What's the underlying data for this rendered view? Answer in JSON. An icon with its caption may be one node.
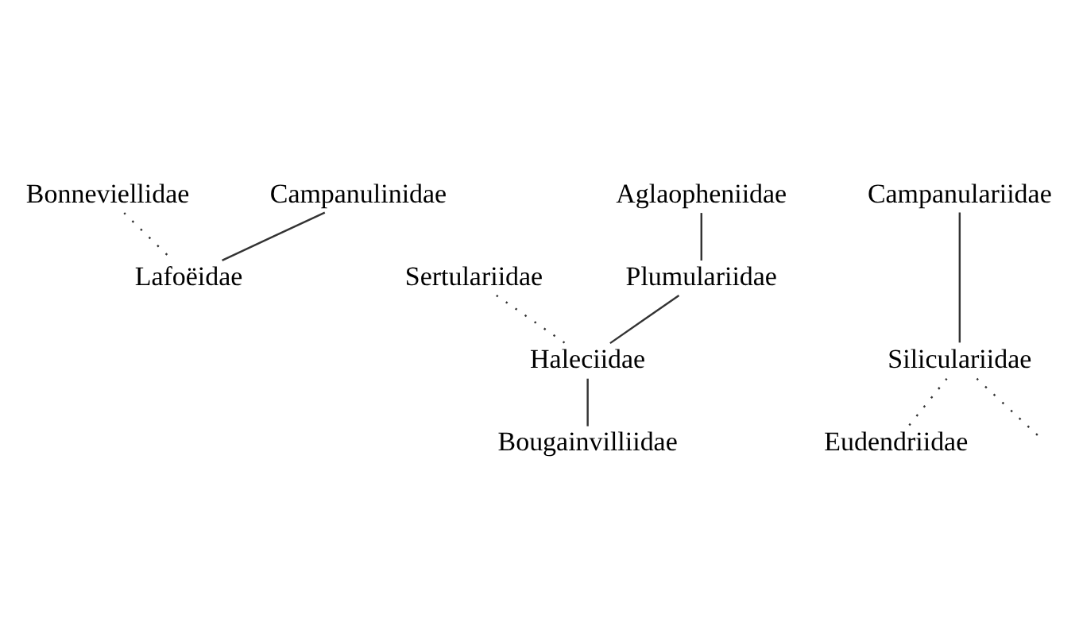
{
  "diagram": {
    "nodes": [
      {
        "text": [
          "Bonneviellidae"
        ]
      },
      {
        "text": [
          "Sertulariidae"
        ]
      },
      {
        "text": [
          "Aglaopheniidae"
        ]
      },
      {
        "text": [
          "Campanulinidae"
        ]
      },
      {
        "text": [
          "Campanulariidae"
        ]
      },
      {
        "text": [
          "Plumulariidae"
        ]
      },
      {
        "text": [
          "Lafoëidae"
        ]
      },
      {
        "text": [
          "Haleciidae"
        ]
      },
      {
        "text": [
          "Siliculariidae"
        ]
      },
      {
        "text": [
          "Eudendriidae"
        ]
      },
      {
        "text": [
          "Bougainvilliidae"
        ]
      }
    ],
    "edges": [
      {
        "from": 2,
        "to": 5,
        "arrow": "none"
      },
      {
        "from": 3,
        "to": 6,
        "arrow": "none"
      },
      {
        "from": 0,
        "to": 6,
        "arrow": "none",
        "style": "dashed"
      },
      {
        "from": 5,
        "to": 7,
        "arrow": "none"
      },
      {
        "from": 1,
        "to": 7,
        "arrow": "none",
        "style": "dashed"
      },
      {
        "from": 4,
        "to": 8,
        "arrow": "none"
      },
      {
        "from": 7,
        "to": 10,
        "arrow": "none"
      },
      {
        "from": 8,
        "to": 9,
        "arrow": "none",
        "style": "dashed"
      },
      {
        "from": 8,
        "to": null,
        "arrow": "none",
        "style": "dashed"
      }
    ]
  }
}
